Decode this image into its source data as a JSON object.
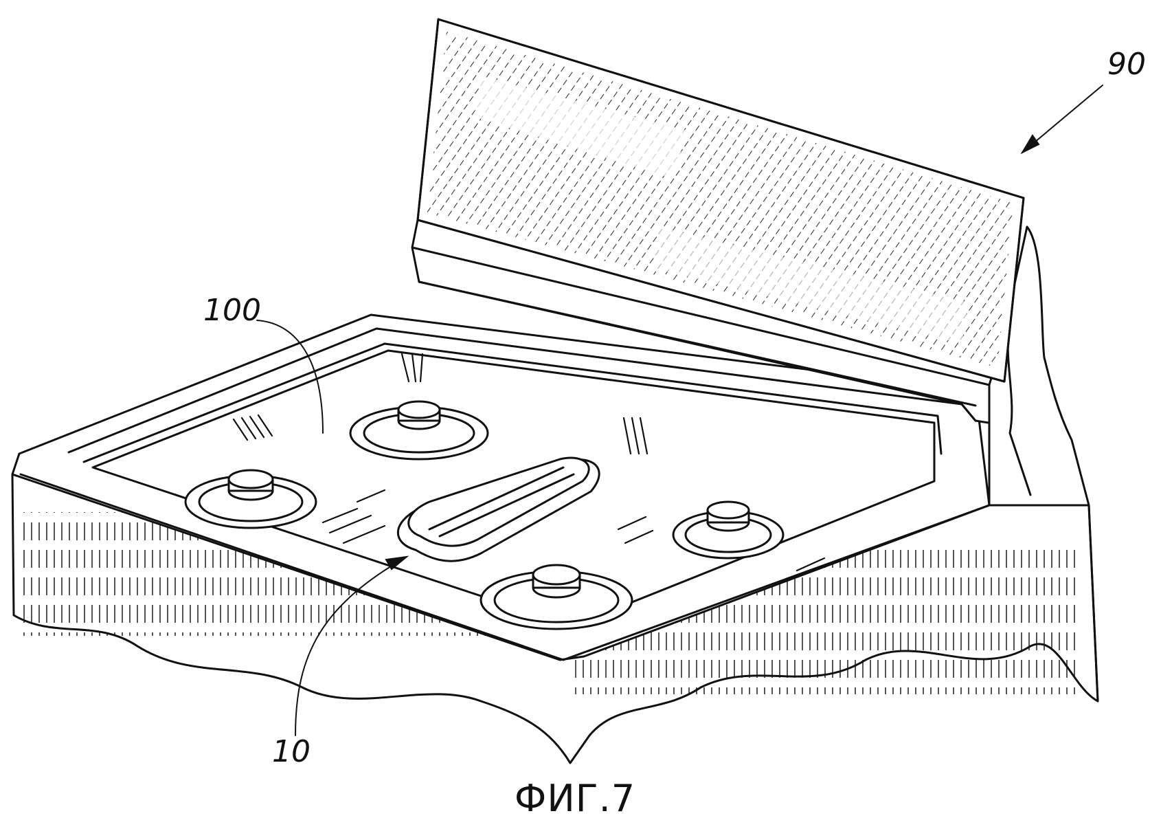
{
  "figure": {
    "caption": "ФИГ.7",
    "labels": {
      "stove": "90",
      "cooktop": "100",
      "grate": "10"
    }
  }
}
